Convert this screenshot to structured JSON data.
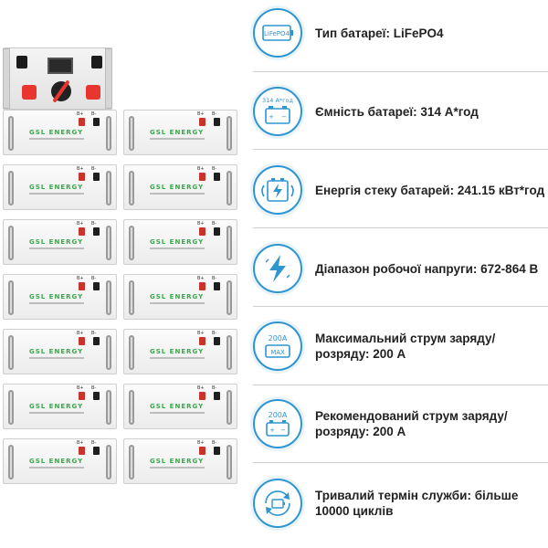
{
  "icons": {
    "lifepo4": "LiFePO4",
    "capacity": "314 А*год",
    "max_current": "200A",
    "max_tag": "MAX",
    "rec_current": "200A"
  },
  "rack": {
    "brand": "GSL ENERGY",
    "pos": "B+",
    "neg": "B-"
  },
  "specs": [
    {
      "label": "Тип батареї: LiFePO4"
    },
    {
      "label": "Ємність батареї: 314 А*год"
    },
    {
      "label": "Енергія стеку батарей: 241.15 кВт*год"
    },
    {
      "label": "Діапазон робочої напруги: 672-864 В"
    },
    {
      "label": "Максимальний струм заряду/розряду: 200 А"
    },
    {
      "label": "Рекомендований струм заряду/розряду: 200 А"
    },
    {
      "label": "Тривалий термін служби: більше 10000 циклів"
    }
  ],
  "colors": {
    "accent": "#2f95d1",
    "brand_green": "#3aa84a",
    "terminal_red": "#c9332c"
  }
}
